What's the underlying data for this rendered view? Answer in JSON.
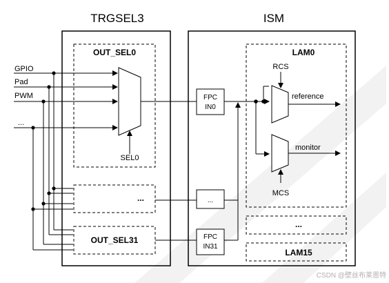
{
  "trgsel": {
    "title": "TRGSEL3",
    "out_sel0": "OUT_SEL0",
    "sel0": "SEL0",
    "ellipsis": "...",
    "out_sel31": "OUT_SEL31"
  },
  "ism": {
    "title": "ISM",
    "fpc_in0": [
      "FPC",
      "IN0"
    ],
    "fpc_ellipsis": "...",
    "fpc_in31": [
      "FPC",
      "IN31"
    ],
    "lam0": "LAM0",
    "rcs": "RCS",
    "reference": "reference",
    "monitor": "monitor",
    "mcs": "MCS",
    "lam_ellipsis": "...",
    "lam15": "LAM15"
  },
  "inputs": [
    "GPIO",
    "Pad",
    "PWM",
    "..."
  ],
  "watermark": "CSDN @壁丝布莱恩特",
  "colors": {
    "line": "#000000",
    "watermark_stripe": "#f2f2f2"
  }
}
